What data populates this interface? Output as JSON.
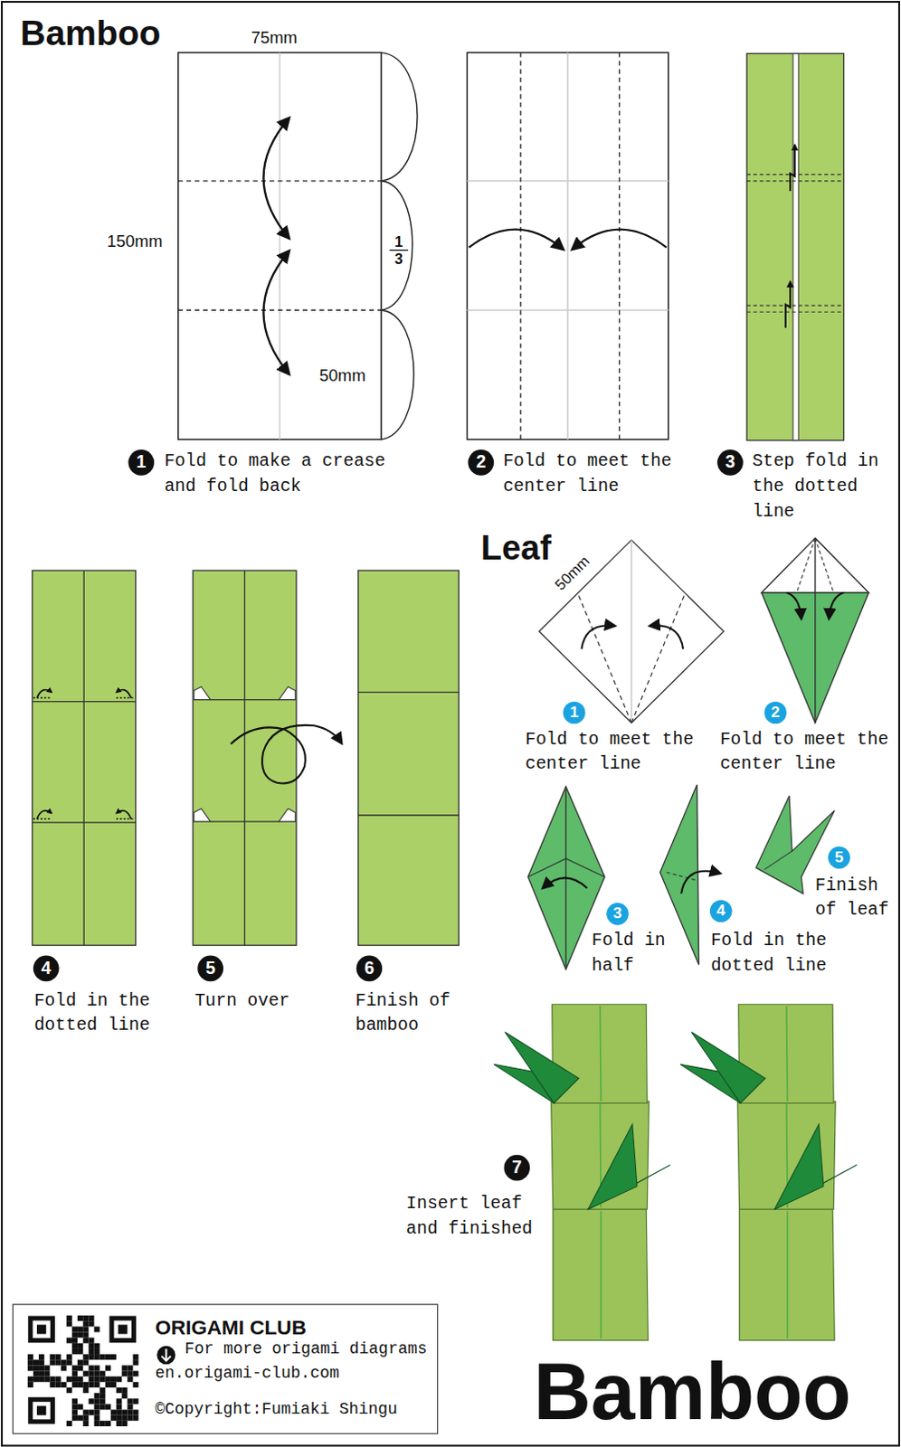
{
  "diagram": {
    "title": "Bamboo",
    "nodes": [
      {
        "text": [
          "1"
        ]
      },
      {
        "text": [
          "2"
        ]
      },
      {
        "text": [
          "3"
        ]
      },
      {
        "text": [
          "4"
        ]
      },
      {
        "text": [
          "5"
        ]
      },
      {
        "text": [
          "6"
        ]
      },
      {
        "text": [
          "1"
        ]
      },
      {
        "text": [
          "2"
        ]
      },
      {
        "text": [
          "3"
        ]
      },
      {
        "text": [
          "4"
        ]
      },
      {
        "text": [
          "5"
        ]
      },
      {
        "text": [
          "7"
        ]
      },
      {
        "text": [
          "ORIGAMI CLUB",
          "For more origami diagrams",
          "en.origami-club.com",
          "©Copyright:Fumiaki Shingu"
        ]
      }
    ],
    "labels": [
      "75mm",
      "150mm",
      "1",
      "3",
      "50mm",
      "Fold to make a crease and fold back",
      "Fold to meet the center line",
      "Step fold in the dotted line",
      "Fold in the dotted line",
      "Turn over",
      "Finish of bamboo",
      "Leaf",
      "50mm",
      "Fold to meet the center line",
      "Fold to meet the center line",
      "Fold in half",
      "Fold in the dotted line",
      "Finish of leaf",
      "Insert leaf and finished",
      "Bamboo"
    ]
  }
}
